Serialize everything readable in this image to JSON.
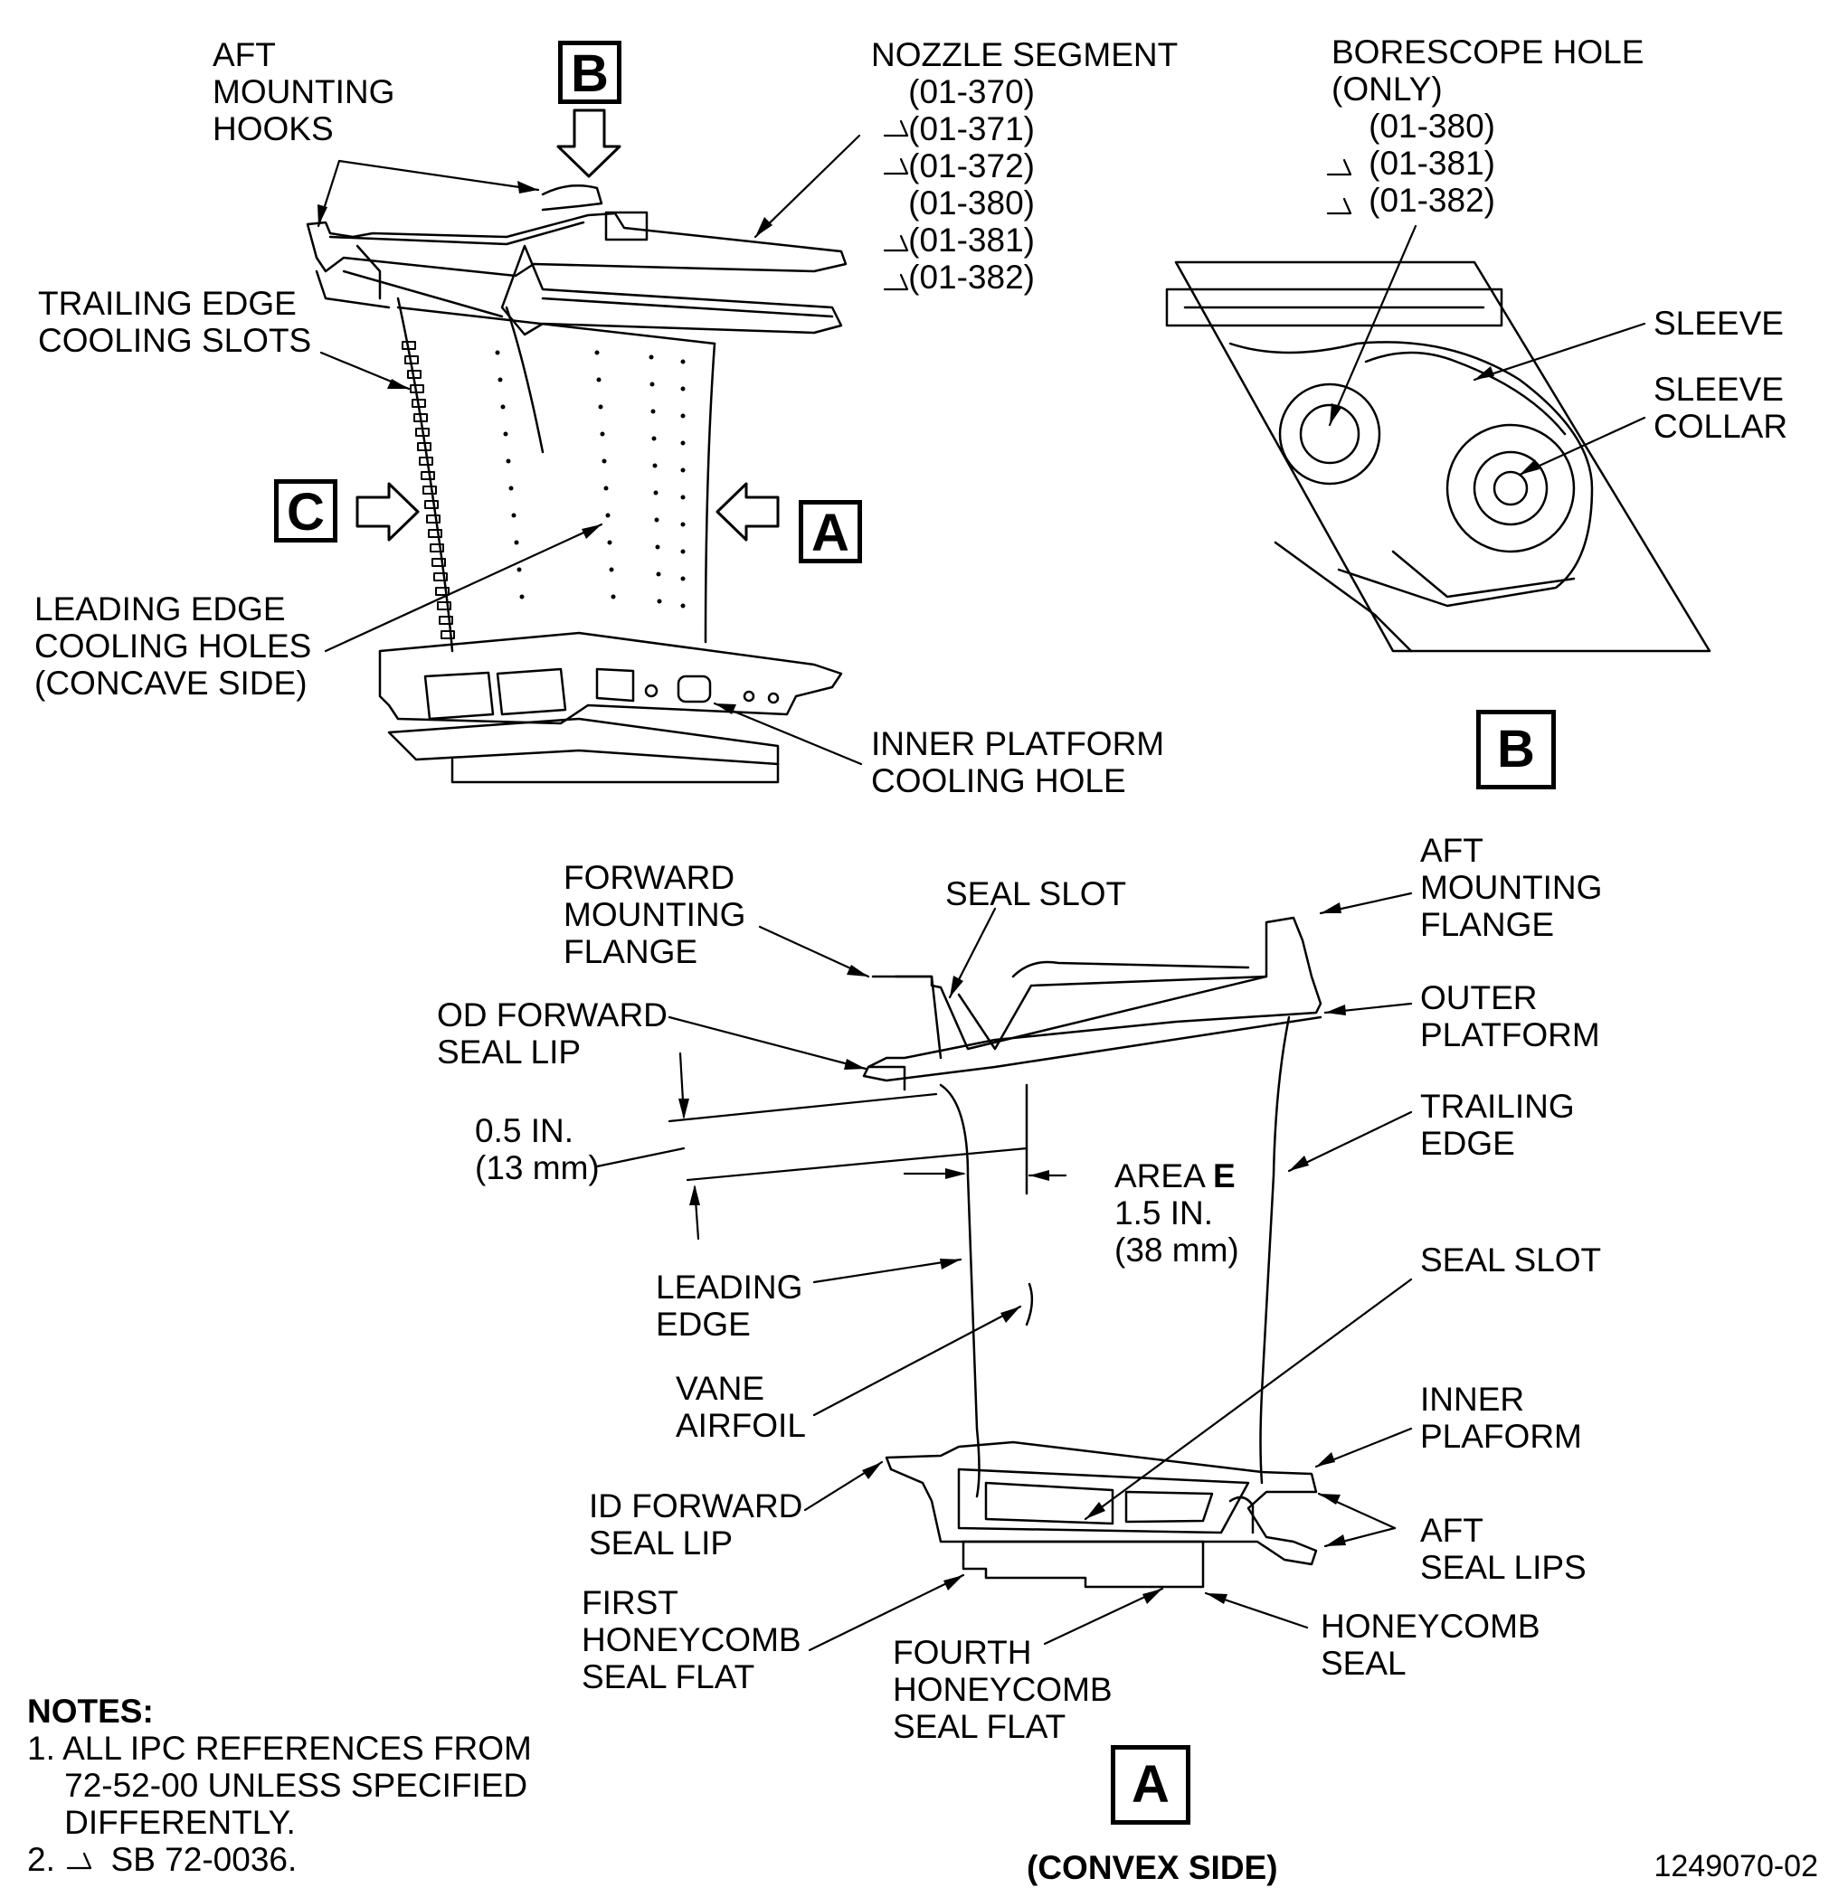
{
  "labels": {
    "aft_mounting_hooks": "AFT\nMOUNTING\nHOOKS",
    "nozzle_segment": "NOZZLE SEGMENT\n    (01-370)\n    (01-371)\n    (01-372)\n    (01-380)\n    (01-381)\n    (01-382)",
    "borescope_hole": "BORESCOPE HOLE\n(ONLY)\n    (01-380)\n    (01-381)\n    (01-382)",
    "trailing_edge_cooling_slots": "TRAILING EDGE\nCOOLING SLOTS",
    "leading_edge_cooling_holes": "LEADING EDGE\nCOOLING HOLES\n(CONCAVE SIDE)",
    "inner_platform_cooling_hole": "INNER PLATFORM\nCOOLING HOLE",
    "sleeve": "SLEEVE",
    "sleeve_collar": "SLEEVE\nCOLLAR",
    "forward_mounting_flange": "FORWARD\nMOUNTING\nFLANGE",
    "seal_slot_top": "SEAL SLOT",
    "aft_mounting_flange": "AFT\nMOUNTING\nFLANGE",
    "od_forward_seal_lip": "OD FORWARD\nSEAL LIP",
    "outer_platform": "OUTER\nPLATFORM",
    "dim_05": "0.5 IN.\n(13 mm)",
    "trailing_edge": "TRAILING\nEDGE",
    "area_e_prefix": "AREA ",
    "area_e_letter": "E",
    "area_e_dims": "1.5 IN.\n(38 mm)",
    "leading_edge": "LEADING\nEDGE",
    "seal_slot_bottom": "SEAL SLOT",
    "vane_airfoil": "VANE\nAIRFOIL",
    "inner_plaform": "INNER\nPLAFORM",
    "id_forward_seal_lip": "ID FORWARD\nSEAL LIP",
    "aft_seal_lips": "AFT\nSEAL LIPS",
    "first_honeycomb": "FIRST\nHONEYCOMB\nSEAL FLAT",
    "honeycomb_seal": "HONEYCOMB\nSEAL",
    "fourth_honeycomb": "FOURTH\nHONEYCOMB\nSEAL FLAT"
  },
  "view_markers": {
    "a": "A",
    "b": "B",
    "c": "C"
  },
  "convex_side": "(CONVEX SIDE)",
  "notes": {
    "title": "NOTES:",
    "note1": "1. ALL IPC REFERENCES FROM\n    72-52-00 UNLESS SPECIFIED\n    DIFFERENTLY.",
    "note2_prefix": "2. ",
    "note2_text": " SB 72-0036."
  },
  "figure_number": "1249070-02"
}
